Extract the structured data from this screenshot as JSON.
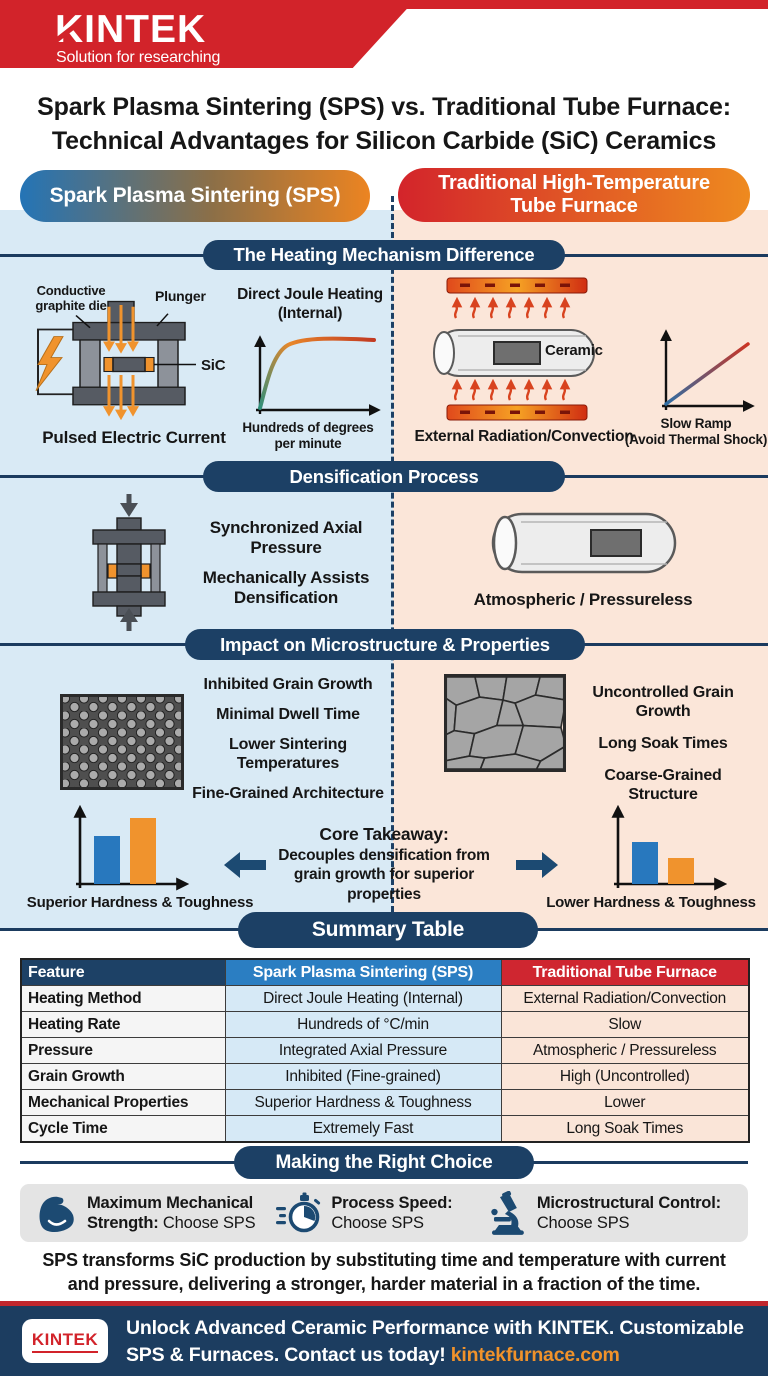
{
  "header": {
    "logo": "KINTEK",
    "tagline": "Solution for researching"
  },
  "title": {
    "line1": "Spark Plasma Sintering (SPS) vs. Traditional Tube Furnace:",
    "line2": "Technical Advantages for Silicon Carbide (SiC) Ceramics"
  },
  "columns": {
    "sps": "Spark Plasma Sintering (SPS)",
    "furnace_line1": "Traditional High-Temperature",
    "furnace_line2": "Tube Furnace"
  },
  "sections": {
    "heating": {
      "banner": "The Heating Mechanism Difference",
      "sps": {
        "die_label": "Conductive graphite die",
        "plunger_label": "Plunger",
        "sic_label": "SiC",
        "caption": "Pulsed Electric Current",
        "chart_title": "Direct Joule Heating (Internal)",
        "chart_caption": "Hundreds of degrees per minute"
      },
      "furnace": {
        "ceramic_label": "Ceramic",
        "caption": "External Radiation/Convection",
        "chart_caption_line1": "Slow Ramp",
        "chart_caption_line2": "(Avoid Thermal Shock)"
      }
    },
    "densification": {
      "banner": "Densification Process",
      "sps": {
        "text1": "Synchronized Axial Pressure",
        "text2": "Mechanically Assists Densification"
      },
      "furnace": {
        "caption": "Atmospheric / Pressureless"
      }
    },
    "microstructure": {
      "banner": "Impact on Microstructure & Properties",
      "sps": {
        "points": [
          "Inhibited Grain Growth",
          "Minimal Dwell Time",
          "Lower Sintering Temperatures",
          "Fine-Grained Architecture"
        ],
        "chart_caption": "Superior Hardness & Toughness"
      },
      "furnace": {
        "points": [
          "Uncontrolled Grain Growth",
          "Long Soak Times",
          "Coarse-Grained Structure"
        ],
        "chart_caption": "Lower Hardness & Toughness"
      },
      "takeaway": {
        "title": "Core Takeaway:",
        "text": "Decouples densification from grain growth for superior properties"
      }
    },
    "summary": {
      "banner": "Summary Table"
    },
    "choice": {
      "banner": "Making the Right Choice",
      "items": [
        {
          "icon": "muscle-icon",
          "bold": "Maximum Mechanical Strength:",
          "normal": "Choose SPS"
        },
        {
          "icon": "stopwatch-icon",
          "bold": "Process Speed:",
          "normal": "Choose SPS"
        },
        {
          "icon": "microscope-icon",
          "bold": "Microstructural Control:",
          "normal": "Choose SPS"
        }
      ]
    }
  },
  "table": {
    "headers": [
      "Feature",
      "Spark Plasma Sintering (SPS)",
      "Traditional Tube Furnace"
    ],
    "rows": [
      [
        "Heating Method",
        "Direct Joule Heating (Internal)",
        "External Radiation/Convection"
      ],
      [
        "Heating Rate",
        "Hundreds of °C/min",
        "Slow"
      ],
      [
        "Pressure",
        "Integrated Axial Pressure",
        "Atmospheric / Pressureless"
      ],
      [
        "Grain Growth",
        "Inhibited (Fine-grained)",
        "High (Uncontrolled)"
      ],
      [
        "Mechanical Properties",
        "Superior Hardness & Toughness",
        "Lower"
      ],
      [
        "Cycle Time",
        "Extremely Fast",
        "Long Soak Times"
      ]
    ]
  },
  "conclusion": "SPS transforms SiC production by substituting time and temperature with current and pressure, delivering a stronger, harder material in a fraction of the time.",
  "footer": {
    "logo": "KINTEK",
    "message": "Unlock Advanced Ceramic Performance with KINTEK. Customizable SPS & Furnaces. Contact us today!",
    "link": "kintekfurnace.com"
  },
  "colors": {
    "brand_red": "#d2232a",
    "navy": "#1c4065",
    "table_blue": "#2b7ec2",
    "table_red": "#cf2630",
    "light_blue_bg": "#d9eaf5",
    "light_peach_bg": "#fbe6d9",
    "bar_blue": "#2878be",
    "bar_orange": "#f0932d",
    "link_orange": "#f0922b"
  },
  "chart_data": [
    {
      "type": "line",
      "title": "Direct Joule Heating (Internal)",
      "xlabel": "Hundreds of degrees per minute",
      "shape": "steep rise then plateau"
    },
    {
      "type": "line",
      "title": "Slow Ramp (Avoid Thermal Shock)",
      "shape": "gentle linear ramp"
    },
    {
      "type": "bar",
      "title": "Superior Hardness & Toughness",
      "values": [
        0.6,
        0.82
      ]
    },
    {
      "type": "bar",
      "title": "Lower Hardness & Toughness",
      "values": [
        0.52,
        0.32
      ]
    }
  ]
}
